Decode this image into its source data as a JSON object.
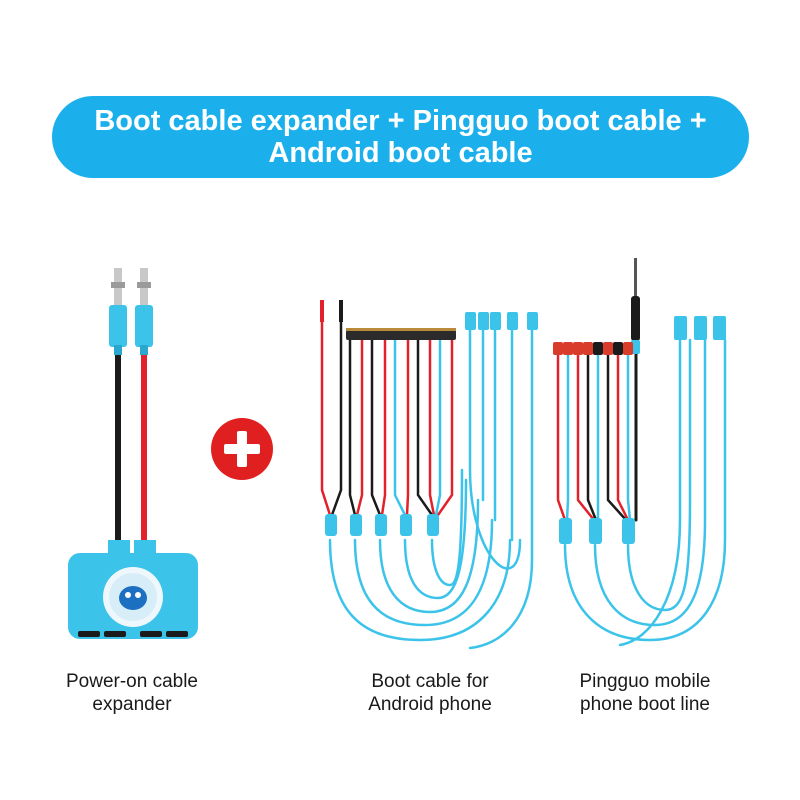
{
  "banner": {
    "line1": "Boot cable expander + Pingguo boot cable +",
    "line2": "Android boot cable",
    "color": "#1bb0ec"
  },
  "plus_badge": {
    "symbol": "+",
    "color": "#e02020"
  },
  "products": [
    {
      "caption_line1": "Power-on cable",
      "caption_line2": "expander"
    },
    {
      "caption_line1": "Boot cable for",
      "caption_line2": "Android phone"
    },
    {
      "caption_line1": "Pingguo mobile",
      "caption_line2": "phone boot line"
    }
  ],
  "colors": {
    "cable_blue": "#3cc3ea",
    "cable_red": "#e2222a",
    "cable_black": "#1b1b1b"
  }
}
